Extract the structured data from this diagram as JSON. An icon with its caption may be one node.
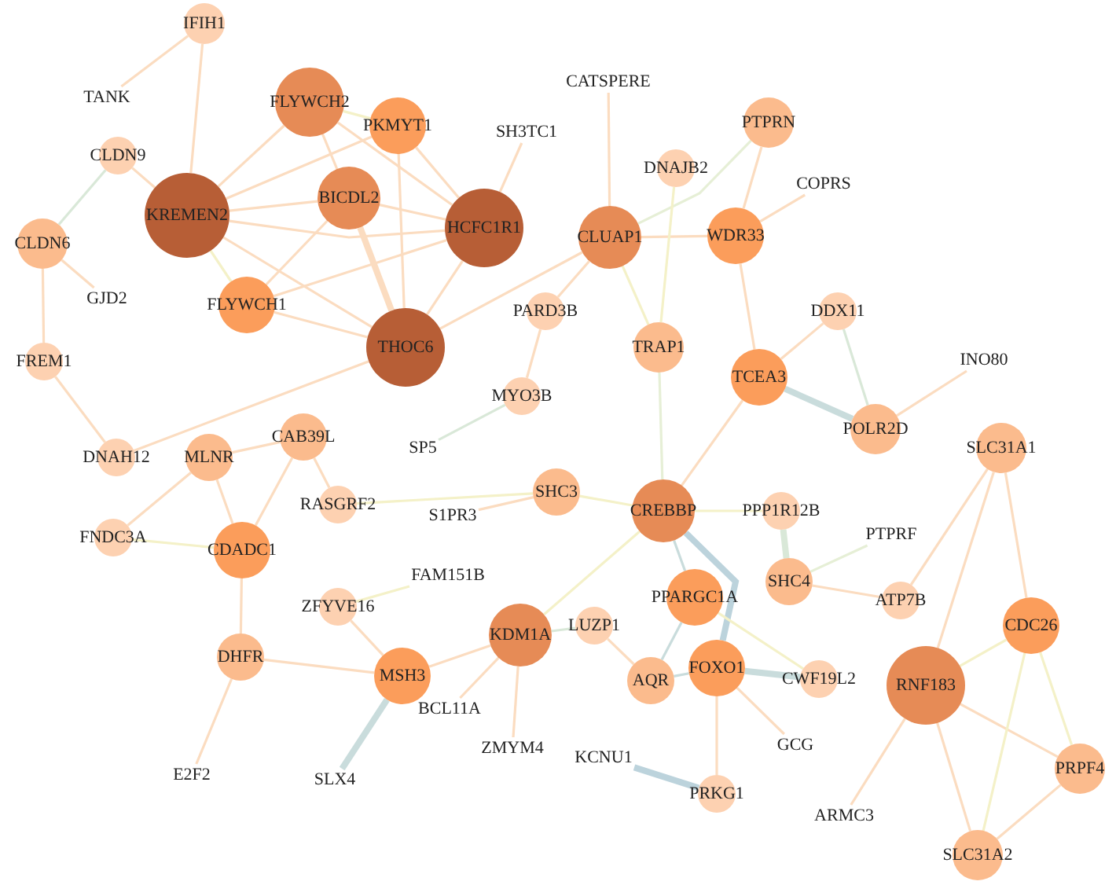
{
  "diagram": {
    "nodes": [
      {
        "text": [
          "IFIH1"
        ]
      },
      {
        "text": [
          "TANK"
        ]
      },
      {
        "text": [
          "FLYWCH2"
        ]
      },
      {
        "text": [
          "PKMYT1"
        ]
      },
      {
        "text": [
          "SH3TC1"
        ]
      },
      {
        "text": [
          "CATSPERE"
        ]
      },
      {
        "text": [
          "DNAJB2"
        ]
      },
      {
        "text": [
          "PTPRN"
        ]
      },
      {
        "text": [
          "COPRS"
        ]
      },
      {
        "text": [
          "KREMEN2"
        ]
      },
      {
        "text": [
          "CLDN9"
        ]
      },
      {
        "text": [
          "BICDL2"
        ]
      },
      {
        "text": [
          "HCFC1R1"
        ]
      },
      {
        "text": [
          "CLUAP1"
        ]
      },
      {
        "text": [
          "WDR33"
        ]
      },
      {
        "text": [
          "CLDN6"
        ]
      },
      {
        "text": [
          "GJD2"
        ]
      },
      {
        "text": [
          "FLYWCH1"
        ]
      },
      {
        "text": [
          "THOC6"
        ]
      },
      {
        "text": [
          "PARD3B"
        ]
      },
      {
        "text": [
          "DDX11"
        ]
      },
      {
        "text": [
          "FREM1"
        ]
      },
      {
        "text": [
          "TRAP1"
        ]
      },
      {
        "text": [
          "TCEA3"
        ]
      },
      {
        "text": [
          "INO80"
        ]
      },
      {
        "text": [
          "MYO3B"
        ]
      },
      {
        "text": [
          "DNAH12"
        ]
      },
      {
        "text": [
          "MLNR"
        ]
      },
      {
        "text": [
          "CAB39L"
        ]
      },
      {
        "text": [
          "POLR2D"
        ]
      },
      {
        "text": [
          "SLC31A1"
        ]
      },
      {
        "text": [
          "SP5"
        ]
      },
      {
        "text": [
          "RASGRF2"
        ]
      },
      {
        "text": [
          "SHC3"
        ]
      },
      {
        "text": [
          "S1PR3"
        ]
      },
      {
        "text": [
          "CREBBP"
        ]
      },
      {
        "text": [
          "PPP1R12B"
        ]
      },
      {
        "text": [
          "PTPRF"
        ]
      },
      {
        "text": [
          "FNDC3A"
        ]
      },
      {
        "text": [
          "CDADC1"
        ]
      },
      {
        "text": [
          "FAM151B"
        ]
      },
      {
        "text": [
          "SHC4"
        ]
      },
      {
        "text": [
          "ATP7B"
        ]
      },
      {
        "text": [
          "CDC26"
        ]
      },
      {
        "text": [
          "ZFYVE16"
        ]
      },
      {
        "text": [
          "PPARGC1A"
        ]
      },
      {
        "text": [
          "KDM1A"
        ]
      },
      {
        "text": [
          "LUZP1"
        ]
      },
      {
        "text": [
          "DHFR"
        ]
      },
      {
        "text": [
          "MSH3"
        ]
      },
      {
        "text": [
          "FOXO1"
        ]
      },
      {
        "text": [
          "AQR"
        ]
      },
      {
        "text": [
          "CWF19L2"
        ]
      },
      {
        "text": [
          "RNF183"
        ]
      },
      {
        "text": [
          "BCL11A"
        ]
      },
      {
        "text": [
          "ZMYM4"
        ]
      },
      {
        "text": [
          "GCG"
        ]
      },
      {
        "text": [
          "E2F2"
        ]
      },
      {
        "text": [
          "SLX4"
        ]
      },
      {
        "text": [
          "KCNU1"
        ]
      },
      {
        "text": [
          "PRKG1"
        ]
      },
      {
        "text": [
          "PRPF4"
        ]
      },
      {
        "text": [
          "ARMC3"
        ]
      },
      {
        "text": [
          "SLC31A2"
        ]
      }
    ],
    "edges": [
      {
        "from": 0,
        "to": 1,
        "arrow": "none"
      },
      {
        "from": 0,
        "to": 9,
        "arrow": "none"
      },
      {
        "from": 10,
        "to": 9,
        "arrow": "none"
      },
      {
        "from": 10,
        "to": 15,
        "arrow": "none",
        "color": "#d9e8d8"
      },
      {
        "from": 15,
        "to": 16,
        "arrow": "none"
      },
      {
        "from": 15,
        "to": 21,
        "arrow": "none"
      },
      {
        "from": 21,
        "to": 26,
        "arrow": "none"
      },
      {
        "from": 26,
        "to": 18,
        "arrow": "none"
      },
      {
        "from": 9,
        "to": 2,
        "arrow": "none"
      },
      {
        "from": 9,
        "to": 3,
        "arrow": "none"
      },
      {
        "from": 9,
        "to": 11,
        "arrow": "none"
      },
      {
        "from": 9,
        "to": 12,
        "arrow": "none"
      },
      {
        "from": 9,
        "to": 18,
        "arrow": "none"
      },
      {
        "from": 9,
        "to": 17,
        "arrow": "none",
        "color": "#f4f1c8"
      },
      {
        "from": 2,
        "to": 11,
        "arrow": "none"
      },
      {
        "from": 2,
        "to": 3,
        "arrow": "none",
        "color": "#f4f1c8"
      },
      {
        "from": 2,
        "to": 12,
        "arrow": "none"
      },
      {
        "from": 17,
        "to": 11,
        "arrow": "none"
      },
      {
        "from": 17,
        "to": 12,
        "arrow": "none"
      },
      {
        "from": 17,
        "to": 18,
        "arrow": "none"
      },
      {
        "from": 11,
        "to": 18,
        "arrow": "none",
        "style": "thick"
      },
      {
        "from": 11,
        "to": 12,
        "arrow": "none"
      },
      {
        "from": 3,
        "to": 18,
        "arrow": "none"
      },
      {
        "from": 3,
        "to": 12,
        "arrow": "none"
      },
      {
        "from": 12,
        "to": 4,
        "arrow": "none"
      },
      {
        "from": 12,
        "to": 18,
        "arrow": "none"
      },
      {
        "from": 18,
        "to": 13,
        "arrow": "none"
      },
      {
        "from": 13,
        "to": 7,
        "arrow": "none",
        "color": "#e6efd6"
      },
      {
        "from": 13,
        "to": 5,
        "arrow": "none"
      },
      {
        "from": 13,
        "to": 14,
        "arrow": "none"
      },
      {
        "from": 13,
        "to": 19,
        "arrow": "none"
      },
      {
        "from": 13,
        "to": 22,
        "arrow": "none",
        "color": "#f4f1c8"
      },
      {
        "from": 6,
        "to": 22,
        "arrow": "none",
        "color": "#f4f1c8"
      },
      {
        "from": 7,
        "to": 14,
        "arrow": "none"
      },
      {
        "from": 14,
        "to": 8,
        "arrow": "none"
      },
      {
        "from": 14,
        "to": 23,
        "arrow": "none"
      },
      {
        "from": 19,
        "to": 25,
        "arrow": "none"
      },
      {
        "from": 25,
        "to": 31,
        "arrow": "none",
        "color": "#d9e8d8"
      },
      {
        "from": 22,
        "to": 35,
        "arrow": "none",
        "color": "#e6efd6"
      },
      {
        "from": 23,
        "to": 20,
        "arrow": "none"
      },
      {
        "from": 23,
        "to": 29,
        "arrow": "none",
        "style": "thick",
        "color": "#c9dcdc"
      },
      {
        "from": 20,
        "to": 29,
        "arrow": "none",
        "color": "#d9e8d8"
      },
      {
        "from": 29,
        "to": 24,
        "arrow": "none"
      },
      {
        "from": 23,
        "to": 35,
        "arrow": "none"
      },
      {
        "from": 27,
        "to": 28,
        "arrow": "none"
      },
      {
        "from": 27,
        "to": 38,
        "arrow": "none"
      },
      {
        "from": 27,
        "to": 39,
        "arrow": "none"
      },
      {
        "from": 28,
        "to": 32,
        "arrow": "none"
      },
      {
        "from": 28,
        "to": 39,
        "arrow": "none"
      },
      {
        "from": 38,
        "to": 39,
        "arrow": "none",
        "color": "#f4f1c8"
      },
      {
        "from": 39,
        "to": 48,
        "arrow": "none"
      },
      {
        "from": 48,
        "to": 57,
        "arrow": "none"
      },
      {
        "from": 48,
        "to": 49,
        "arrow": "none"
      },
      {
        "from": 44,
        "to": 49,
        "arrow": "none"
      },
      {
        "from": 44,
        "to": 40,
        "arrow": "none",
        "color": "#f4f1c8"
      },
      {
        "from": 49,
        "to": 58,
        "arrow": "none",
        "style": "thick",
        "color": "#c9dcdc"
      },
      {
        "from": 49,
        "to": 46,
        "arrow": "none"
      },
      {
        "from": 32,
        "to": 33,
        "arrow": "none",
        "color": "#f4f1c8"
      },
      {
        "from": 34,
        "to": 33,
        "arrow": "none"
      },
      {
        "from": 33,
        "to": 35,
        "arrow": "none",
        "color": "#f4f1c8"
      },
      {
        "from": 35,
        "to": 36,
        "arrow": "none",
        "color": "#f4f1c8"
      },
      {
        "from": 35,
        "to": 45,
        "arrow": "none",
        "color": "#c9dcdc"
      },
      {
        "from": 35,
        "to": 50,
        "arrow": "none",
        "style": "thick",
        "color": "#bcd3dc"
      },
      {
        "from": 35,
        "to": 46,
        "arrow": "none",
        "color": "#f4f1c8"
      },
      {
        "from": 36,
        "to": 41,
        "arrow": "none",
        "style": "thick",
        "color": "#d9e8d8"
      },
      {
        "from": 41,
        "to": 37,
        "arrow": "none",
        "color": "#e6efd6"
      },
      {
        "from": 41,
        "to": 42,
        "arrow": "none"
      },
      {
        "from": 42,
        "to": 30,
        "arrow": "none"
      },
      {
        "from": 30,
        "to": 53,
        "arrow": "none"
      },
      {
        "from": 30,
        "to": 43,
        "arrow": "none"
      },
      {
        "from": 45,
        "to": 51,
        "arrow": "none",
        "color": "#c9dcdc"
      },
      {
        "from": 45,
        "to": 52,
        "arrow": "none",
        "color": "#f4f1c8"
      },
      {
        "from": 46,
        "to": 47,
        "arrow": "none",
        "color": "#d9e8d8"
      },
      {
        "from": 46,
        "to": 54,
        "arrow": "none"
      },
      {
        "from": 46,
        "to": 55,
        "arrow": "none"
      },
      {
        "from": 47,
        "to": 51,
        "arrow": "none"
      },
      {
        "from": 51,
        "to": 50,
        "arrow": "none",
        "color": "#c9dcdc"
      },
      {
        "from": 50,
        "to": 52,
        "arrow": "none",
        "style": "thick",
        "color": "#c9dcdc"
      },
      {
        "from": 50,
        "to": 56,
        "arrow": "none"
      },
      {
        "from": 50,
        "to": 60,
        "arrow": "none"
      },
      {
        "from": 60,
        "to": 59,
        "arrow": "none",
        "style": "thick",
        "color": "#bcd3dc"
      },
      {
        "from": 53,
        "to": 43,
        "arrow": "none",
        "color": "#f4f1c8"
      },
      {
        "from": 53,
        "to": 61,
        "arrow": "none"
      },
      {
        "from": 53,
        "to": 63,
        "arrow": "none"
      },
      {
        "from": 53,
        "to": 62,
        "arrow": "none"
      },
      {
        "from": 43,
        "to": 61,
        "arrow": "none",
        "color": "#f4f1c8"
      },
      {
        "from": 43,
        "to": 63,
        "arrow": "none",
        "color": "#f4f1c8"
      },
      {
        "from": 61,
        "to": 63,
        "arrow": "none"
      }
    ]
  }
}
